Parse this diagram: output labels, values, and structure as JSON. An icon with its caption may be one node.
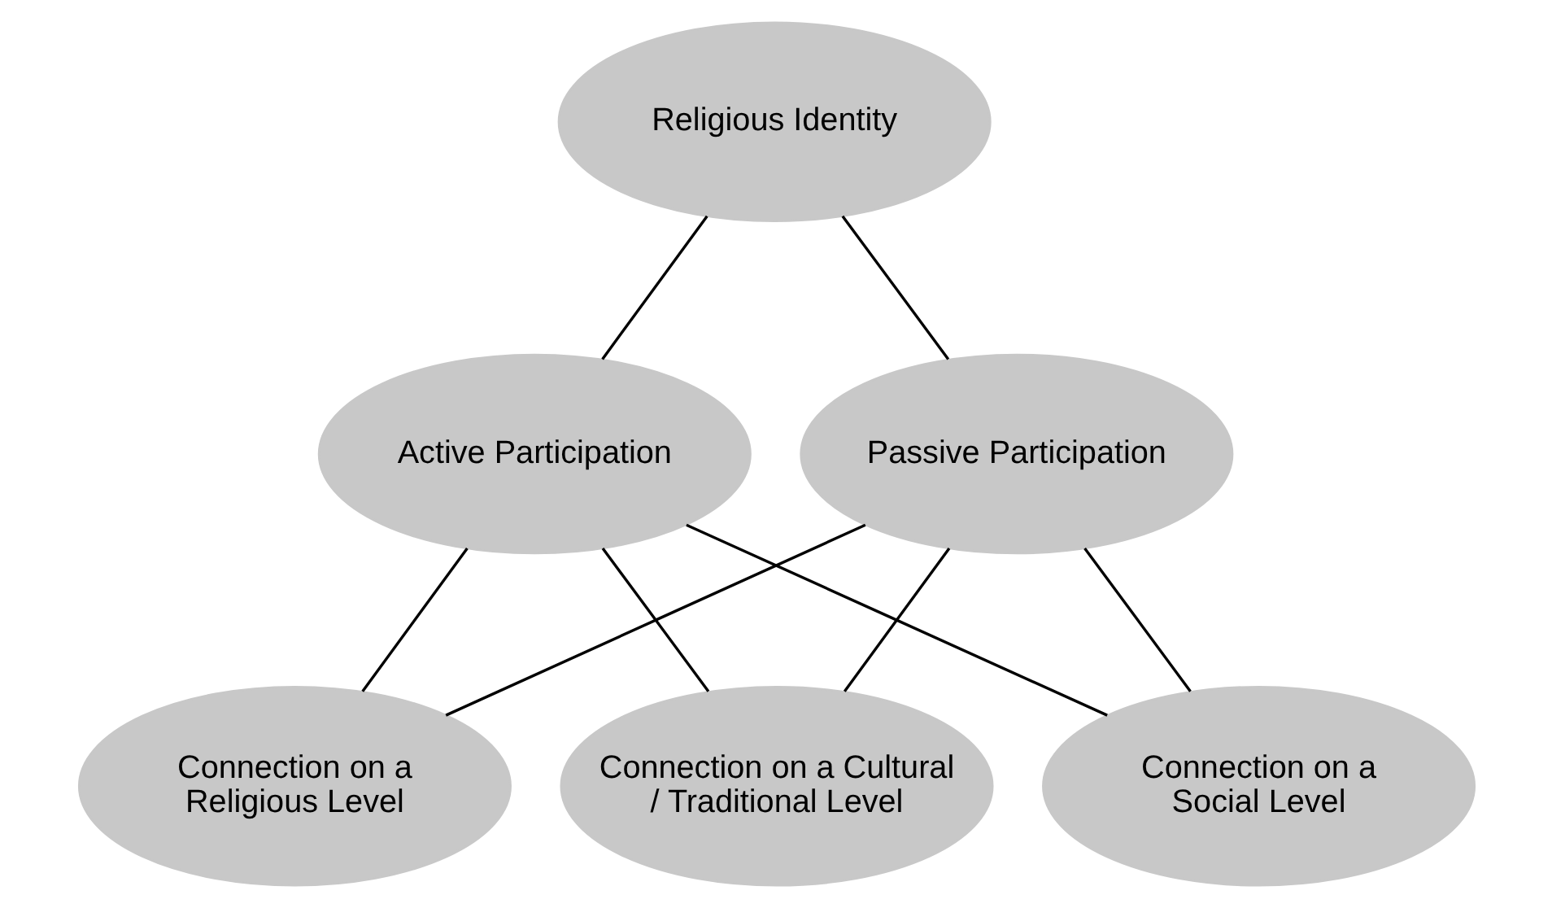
{
  "diagram": {
    "nodes": [
      {
        "text": [
          "Religious Identity"
        ]
      },
      {
        "text": [
          "Active Participation"
        ]
      },
      {
        "text": [
          "Passive Participation"
        ]
      },
      {
        "text": [
          "Connection on a Religious Level"
        ]
      },
      {
        "text": [
          "Connection on a Cultural / Traditional Level"
        ]
      },
      {
        "text": [
          "Connection on a Social Level"
        ]
      }
    ],
    "edges": [
      {
        "from": 0,
        "to": 1,
        "arrow": "none"
      },
      {
        "from": 0,
        "to": 2,
        "arrow": "none"
      },
      {
        "from": 1,
        "to": 3,
        "arrow": "none"
      },
      {
        "from": 1,
        "to": 4,
        "arrow": "none"
      },
      {
        "from": 1,
        "to": 5,
        "arrow": "none"
      },
      {
        "from": 2,
        "to": 3,
        "arrow": "none"
      },
      {
        "from": 2,
        "to": 4,
        "arrow": "none"
      },
      {
        "from": 2,
        "to": 5,
        "arrow": "none"
      }
    ]
  }
}
